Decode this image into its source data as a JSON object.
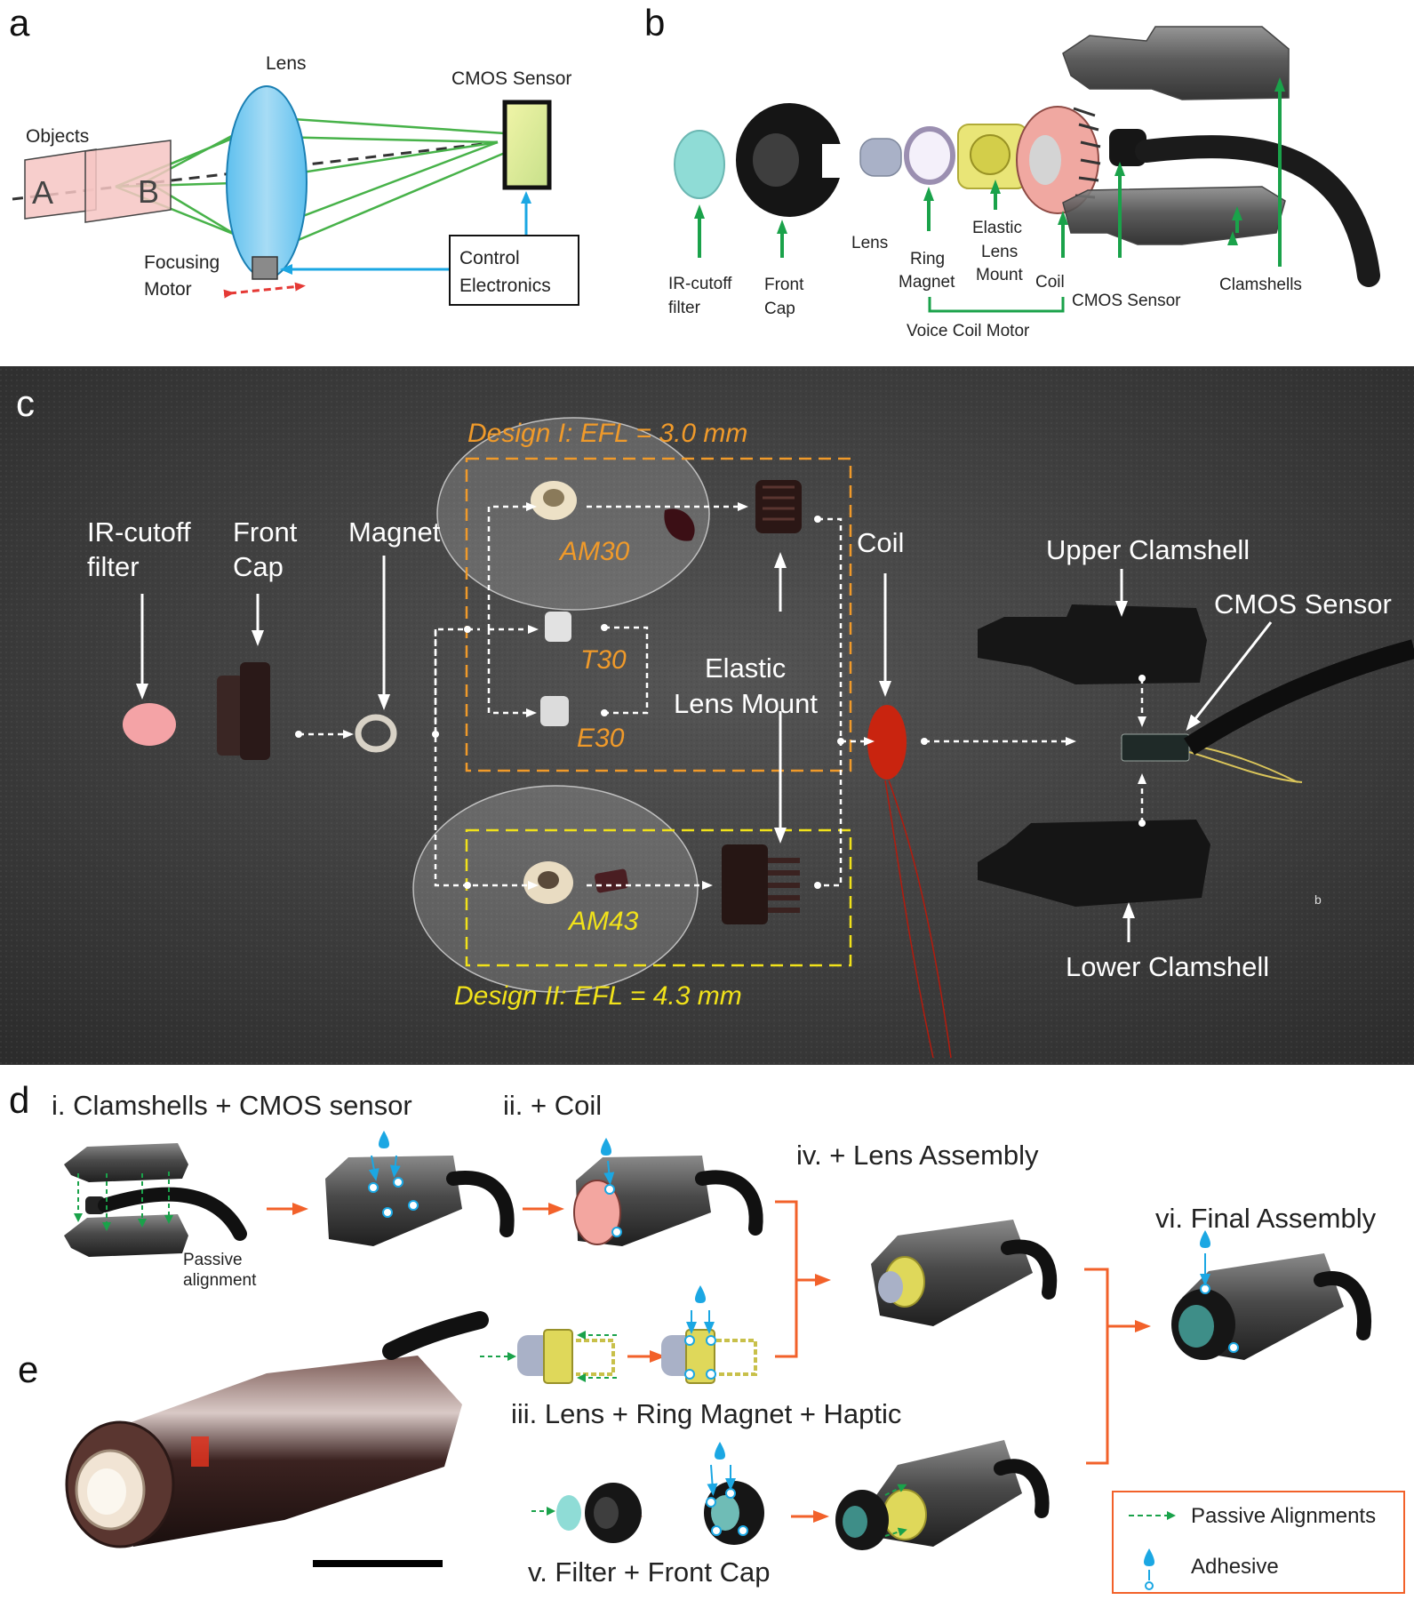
{
  "panels": {
    "a": {
      "letter": "a",
      "objects": "Objects",
      "obj_a": "A",
      "obj_b": "B",
      "lens": "Lens",
      "cmos": "CMOS Sensor",
      "focus_line1": "Focusing",
      "focus_line2": "Motor",
      "control_line1": "Control",
      "control_line2": "Electronics"
    },
    "b": {
      "letter": "b",
      "ir_line1": "IR-cutoff",
      "ir_line2": "filter",
      "front_line1": "Front",
      "front_line2": "Cap",
      "lens": "Lens",
      "ring_line1": "Ring",
      "ring_line2": "Magnet",
      "elastic_line1": "Elastic",
      "elastic_line2": "Lens",
      "elastic_line3": "Mount",
      "coil": "Coil",
      "cmos": "CMOS Sensor",
      "clamshells": "Clamshells",
      "vcm": "Voice Coil Motor"
    },
    "c": {
      "letter": "c",
      "ir_line1": "IR-cutoff",
      "ir_line2": "filter",
      "front_line1": "Front",
      "front_line2": "Cap",
      "magnet": "Magnet",
      "design1": "Design I: EFL = 3.0 mm",
      "design2": "Design II: EFL = 4.3 mm",
      "am30": "AM30",
      "t30": "T30",
      "e30": "E30",
      "am43": "AM43",
      "elastic_line1": "Elastic",
      "elastic_line2": "Lens Mount",
      "coil": "Coil",
      "upper": "Upper Clamshell",
      "cmos": "CMOS Sensor",
      "lower": "Lower Clamshell",
      "tiny_mark": "b"
    },
    "d": {
      "letter": "d",
      "step1": "i. Clamshells + CMOS sensor",
      "passive_line1": "Passive",
      "passive_line2": "alignment",
      "step2": "ii. + Coil",
      "step3": "iii. Lens + Ring Magnet + Haptic",
      "step4": "iv. + Lens Assembly",
      "step5": "v. Filter + Front Cap",
      "step6": "vi. Final Assembly",
      "legend_passive": "Passive Alignments",
      "legend_adhesive": "Adhesive"
    },
    "e": {
      "letter": "e"
    }
  },
  "colors": {
    "green": "#1aa24a",
    "blue": "#1ba7e3",
    "red_dashed": "#e53935",
    "orange": "#f2612a",
    "design1": "#f09a2a",
    "design2": "#f1e21a",
    "photo_bg": "#3a3a3a"
  }
}
